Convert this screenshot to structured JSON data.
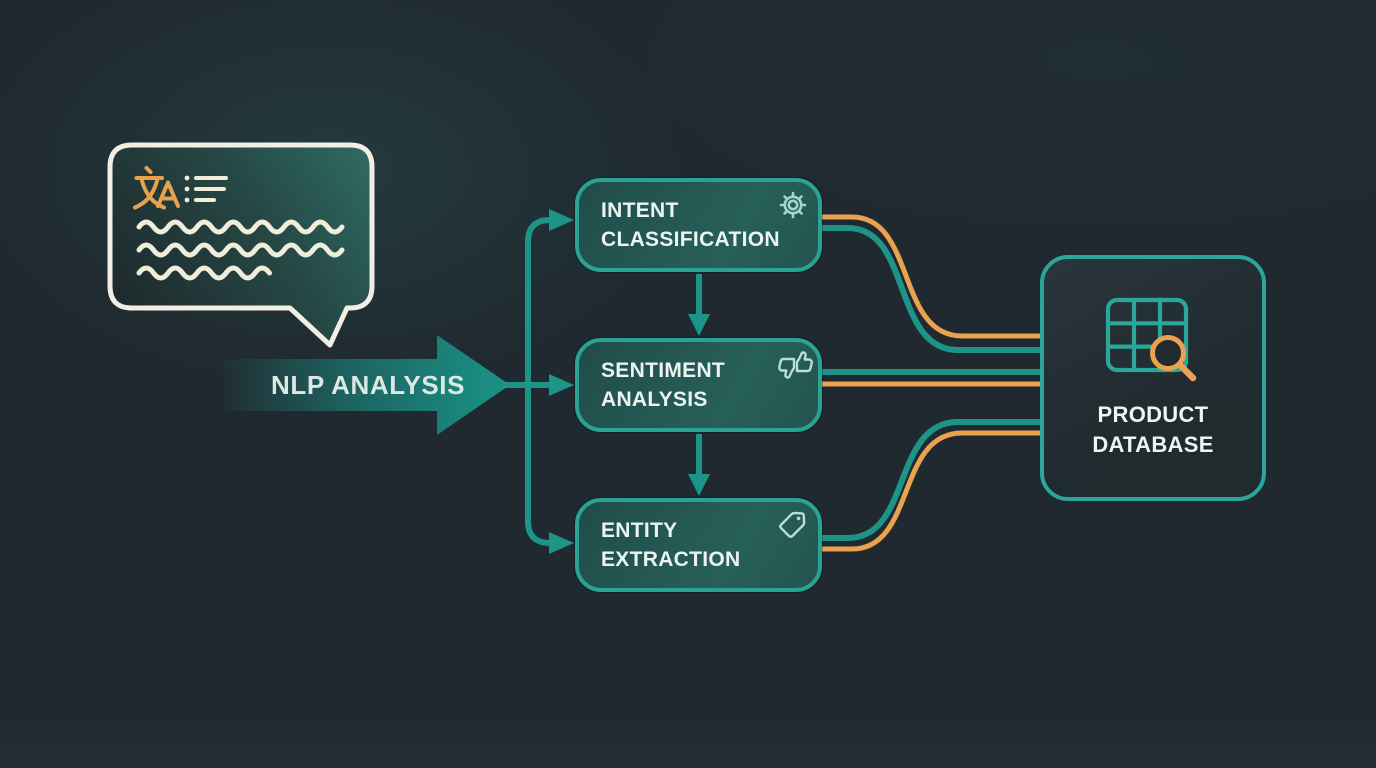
{
  "diagram": {
    "arrow": {
      "label": "NLP ANALYSIS"
    },
    "input_bubble": {
      "icons": [
        "translate-icon",
        "list-icon"
      ],
      "content": "three wavy text lines"
    },
    "nodes": [
      {
        "id": "intent",
        "label": "INTENT CLASSIFICATION",
        "icon": "gear-icon"
      },
      {
        "id": "sentiment",
        "label": "SENTIMENT ANALYSIS",
        "icon": "thumbs-up-down-icon"
      },
      {
        "id": "entity",
        "label": "ENTITY EXTRACTION",
        "icon": "tag-icon"
      }
    ],
    "database": {
      "label": "PRODUCT DATABASE",
      "icon": "table-search-icon"
    },
    "colors": {
      "background": "#202930",
      "teal_line": "#1d9488",
      "teal_border": "#2aa294",
      "orange": "#eba24f",
      "cream": "#f0edda",
      "node_fill": "#235350",
      "text": "#ecf4f1"
    }
  }
}
